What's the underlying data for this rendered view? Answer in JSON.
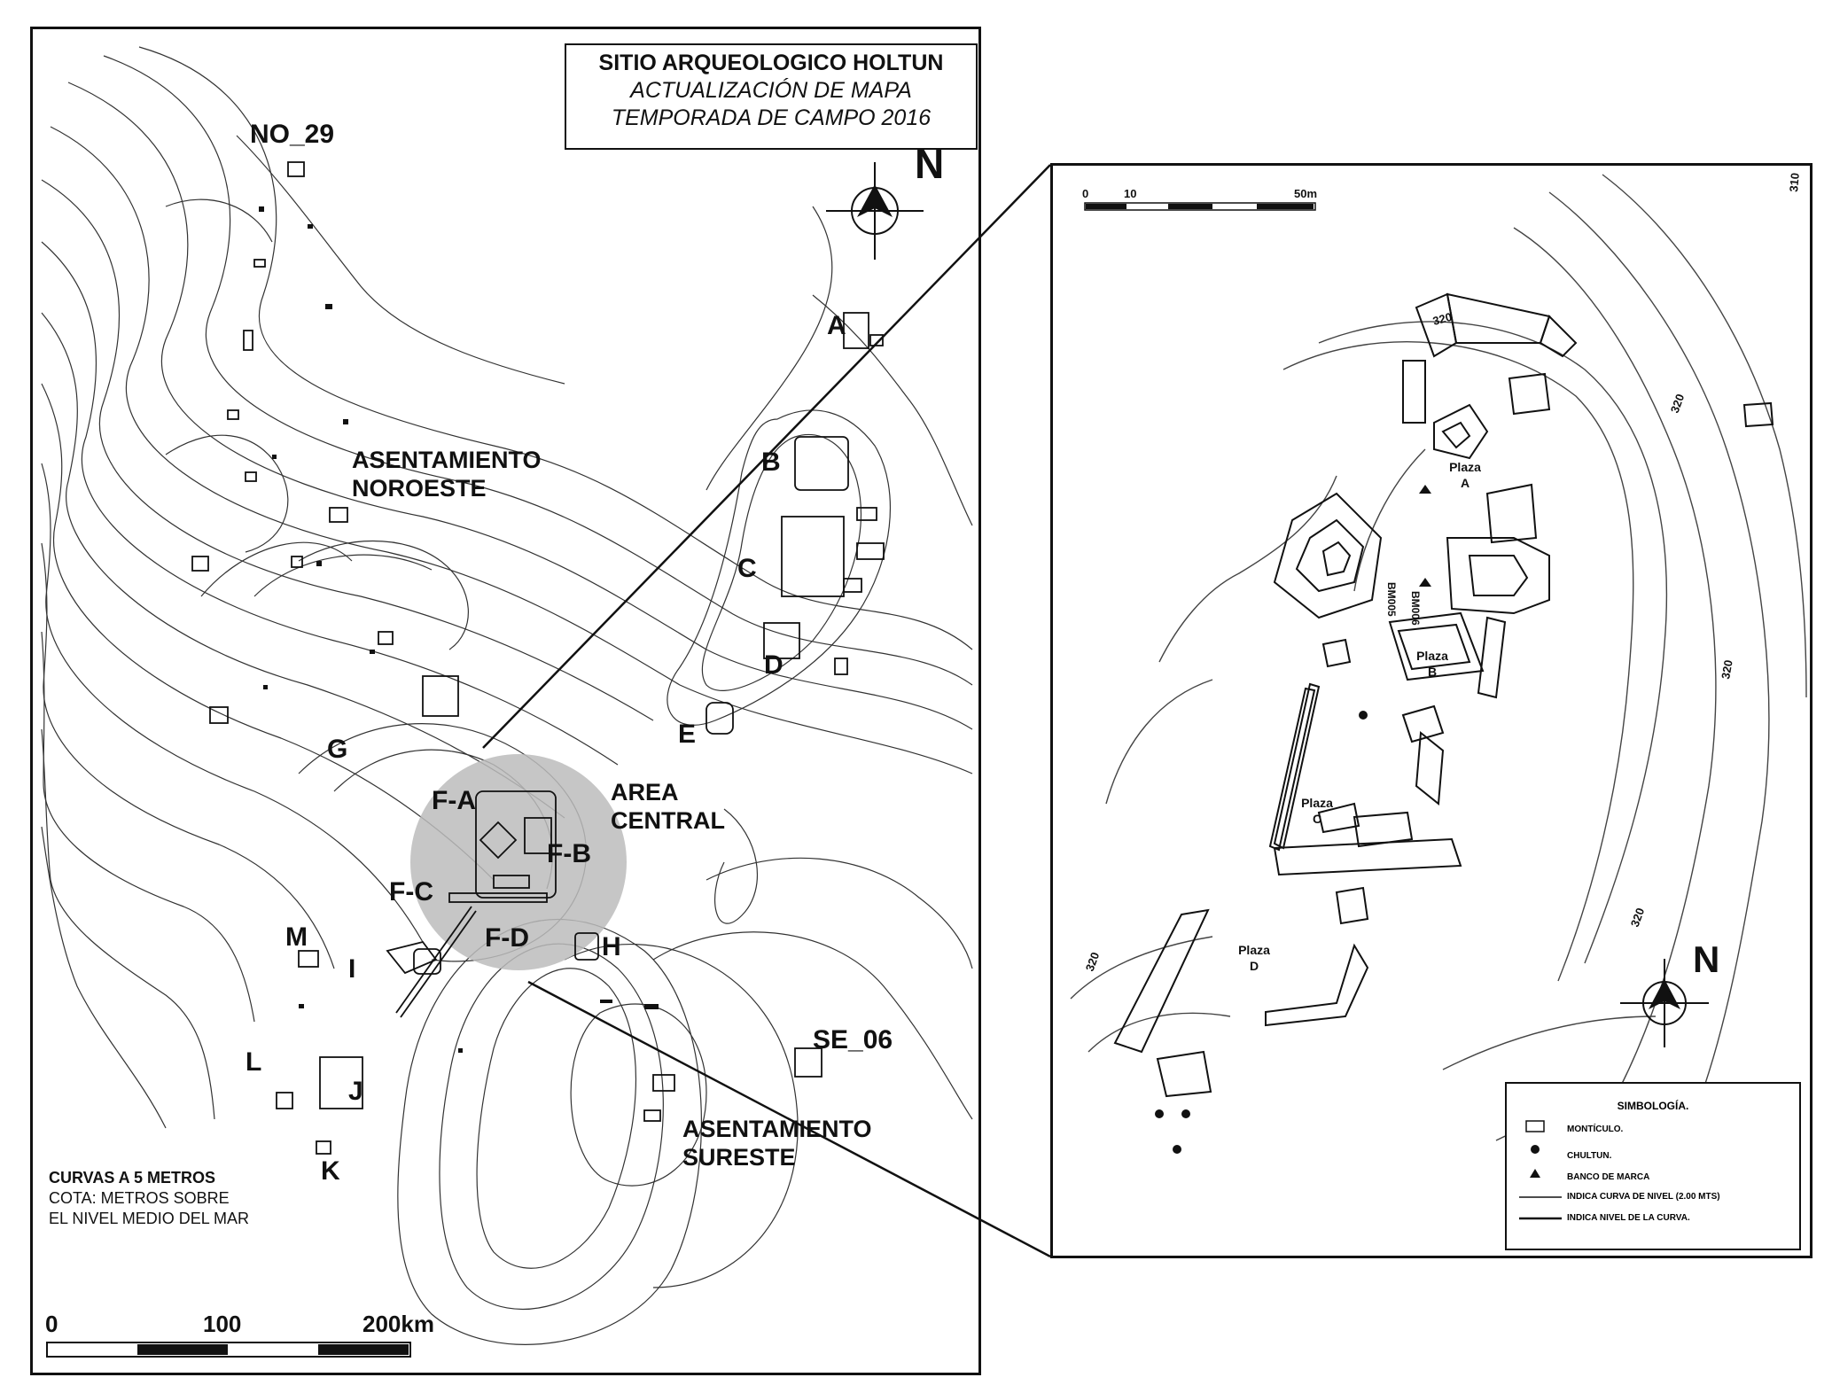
{
  "main_map": {
    "title": "SITIO ARQUEOLOGICO HOLTUN",
    "subtitle1": "ACTUALIZACIÓN DE MAPA",
    "subtitle2": "TEMPORADA DE CAMPO 2016",
    "north": "N",
    "sites": [
      "NO_29",
      "A",
      "B",
      "C",
      "D",
      "E",
      "G",
      "H",
      "I",
      "J",
      "K",
      "L",
      "M",
      "SE_06"
    ],
    "groups": [
      "F-A",
      "F-B",
      "F-C",
      "F-D"
    ],
    "areas": {
      "noroeste_1": "ASENTAMIENTO",
      "noroeste_2": "NOROESTE",
      "central_1": "AREA",
      "central_2": "CENTRAL",
      "sureste_1": "ASENTAMIENTO",
      "sureste_2": "SURESTE"
    },
    "notes": {
      "curvas": "CURVAS A 5 METROS",
      "cota1": "COTA: METROS SOBRE",
      "cota2": "EL NIVEL MEDIO DEL MAR"
    },
    "scale": {
      "t0": "0",
      "t1": "100",
      "t2": "200km"
    }
  },
  "inset_map": {
    "north": "N",
    "scale": {
      "t0": "0",
      "t1": "10",
      "t2": "50m"
    },
    "plazas": [
      {
        "name": "Plaza",
        "letter": "A"
      },
      {
        "name": "Plaza",
        "letter": "B"
      },
      {
        "name": "Plaza",
        "letter": "C"
      },
      {
        "name": "Plaza",
        "letter": "D"
      }
    ],
    "contours": [
      "320",
      "320",
      "320",
      "320",
      "320",
      "310"
    ],
    "benchmarks": [
      "BM005",
      "BM006"
    ],
    "legend": {
      "title": "SIMBOLOGÍA.",
      "items": [
        "MONTÍCULO.",
        "CHULTUN.",
        "BANCO DE MARCA",
        "INDICA CURVA DE NIVEL (2.00 MTS)",
        "INDICA NIVEL DE LA CURVA."
      ]
    }
  }
}
